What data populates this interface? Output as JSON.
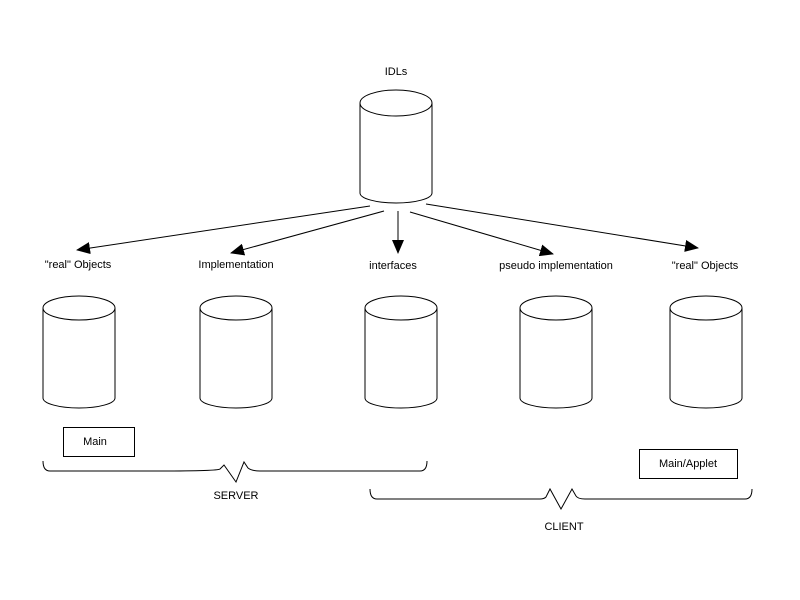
{
  "source": {
    "label": "IDLs"
  },
  "targets": [
    {
      "label": "\"real\" Objects"
    },
    {
      "label": "Implementation"
    },
    {
      "label": "interfaces"
    },
    {
      "label": "pseudo implementation"
    },
    {
      "label": "\"real\" Objects"
    }
  ],
  "boxes": {
    "server_main": "Main",
    "client_main": "Main/Applet"
  },
  "groups": {
    "server": "SERVER",
    "client": "CLIENT"
  },
  "colors": {
    "line": "#000000",
    "background": "#ffffff"
  }
}
